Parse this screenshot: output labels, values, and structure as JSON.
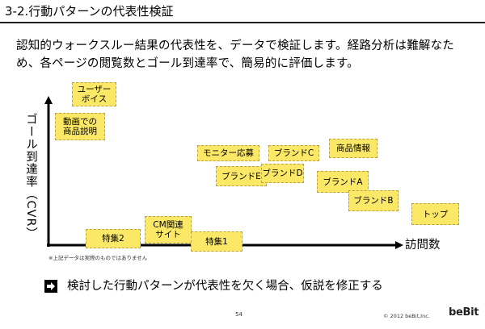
{
  "slide": {
    "title": "3-2.行動パターンの代表性検証",
    "lead": "認知的ウォークスルー結果の代表性を、データで検証します。経路分析は難解なため、各ページの閲覧数とゴール到達率で、簡易的に評価します。"
  },
  "axes": {
    "y_label": "ゴール到達率（CVR）",
    "x_label": "訪問数"
  },
  "items": [
    {
      "label": "ユーザー\nボイス"
    },
    {
      "label": "動画での\n商品説明"
    },
    {
      "label": "モニター応募"
    },
    {
      "label": "ブランドC"
    },
    {
      "label": "商品情報"
    },
    {
      "label": "ブランドE"
    },
    {
      "label": "ブランドD"
    },
    {
      "label": "ブランドA"
    },
    {
      "label": "ブランドB"
    },
    {
      "label": "トップ"
    },
    {
      "label": "特集2"
    },
    {
      "label": "CM関連\nサイト"
    },
    {
      "label": "特集1"
    }
  ],
  "note": "※上記データは実際のものではありません",
  "conclusion": "検討した行動パターンが代表性を欠く場合、仮説を修正する",
  "footer": {
    "page_number": "54",
    "copyright": "© 2012 beBit,Inc.",
    "logo": "beBit"
  }
}
